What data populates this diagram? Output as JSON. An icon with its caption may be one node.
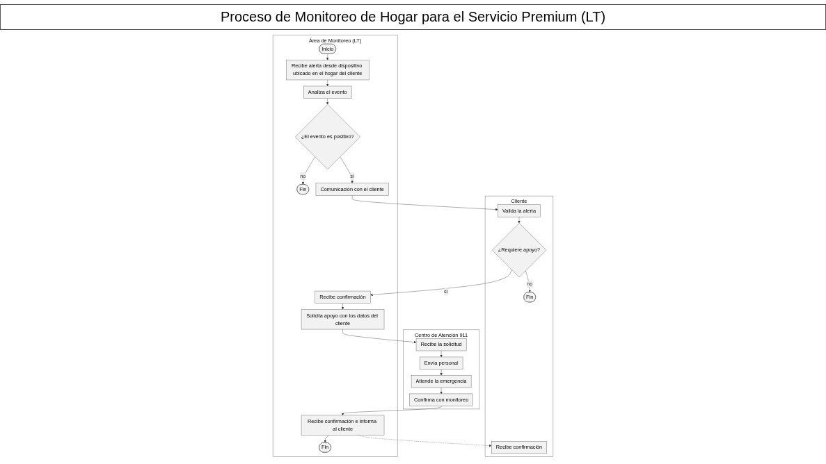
{
  "diagram": {
    "title": "Proceso de Monitoreo de Hogar para el Servicio Premium (LT)",
    "nodes": [
      {
        "text": [
          "Centro de Atención 911"
        ]
      },
      {
        "text": [
          "Recibe la solicitud"
        ],
        "in": 0
      },
      {
        "text": [
          "Envía personal"
        ],
        "in": 0
      },
      {
        "text": [
          "Atiende la emergencia"
        ],
        "in": 0
      },
      {
        "text": [
          "Confirma con monitoreo"
        ],
        "in": 0
      },
      {
        "text": [
          "Área de Monitoreo (LT)"
        ]
      },
      {
        "text": [
          "Inicio"
        ],
        "in": 5
      },
      {
        "text": [
          "Recibe alerta desde dispositivo ubicado en el hogar del cliente"
        ],
        "in": 5
      },
      {
        "text": [
          "Fin"
        ],
        "in": 5
      },
      {
        "text": [
          "Comunicación con el cliente"
        ],
        "in": 5
      },
      {
        "text": [
          "Recibe confirmación"
        ],
        "in": 5
      },
      {
        "text": [
          "Solicita apoyo con los datos del cliente"
        ],
        "in": 5
      },
      {
        "text": [
          "Recibe confirmación e informa al cliente"
        ],
        "in": 5
      },
      {
        "text": [
          "Analiza el evento"
        ],
        "in": 5
      },
      {
        "text": [
          "¿El evento es positivo?"
        ],
        "in": 5
      },
      {
        "text": [
          "Fin"
        ],
        "in": 5
      },
      {
        "text": [
          "Cliente"
        ]
      },
      {
        "text": [
          "Valida la alerta"
        ],
        "in": 16
      },
      {
        "text": [
          "¿Requiere apoyo?"
        ],
        "in": 16
      },
      {
        "text": [
          "Fin"
        ],
        "in": 16
      },
      {
        "text": [
          "Recibe confirmación"
        ],
        "in": 16
      }
    ],
    "edges": [
      {
        "from": 1,
        "to": 2,
        "arrow": "to"
      },
      {
        "from": 2,
        "to": 3,
        "arrow": "to"
      },
      {
        "from": 3,
        "to": 4,
        "arrow": "to"
      },
      {
        "from": 4,
        "to": 12,
        "arrow": "to"
      },
      {
        "from": 11,
        "to": 1,
        "arrow": "to"
      },
      {
        "from": 6,
        "to": 7,
        "arrow": "to"
      },
      {
        "from": 7,
        "to": 13,
        "arrow": "to"
      },
      {
        "from": 13,
        "to": 14,
        "arrow": "to"
      },
      {
        "from": 14,
        "to": 8,
        "label": "no",
        "arrow": "to"
      },
      {
        "from": 14,
        "to": 9,
        "label": "sí",
        "arrow": "to"
      },
      {
        "from": 9,
        "to": 17,
        "arrow": "to"
      },
      {
        "from": 10,
        "to": 11,
        "arrow": "to"
      },
      {
        "from": 12,
        "to": 15,
        "arrow": "to"
      },
      {
        "from": 12,
        "to": 20,
        "arrow": "to",
        "style": "dashed"
      },
      {
        "from": 17,
        "to": 18,
        "arrow": "to"
      },
      {
        "from": 18,
        "to": 10,
        "label": "sí",
        "arrow": "to"
      },
      {
        "from": 18,
        "to": 19,
        "label": "no",
        "arrow": "to"
      }
    ]
  }
}
